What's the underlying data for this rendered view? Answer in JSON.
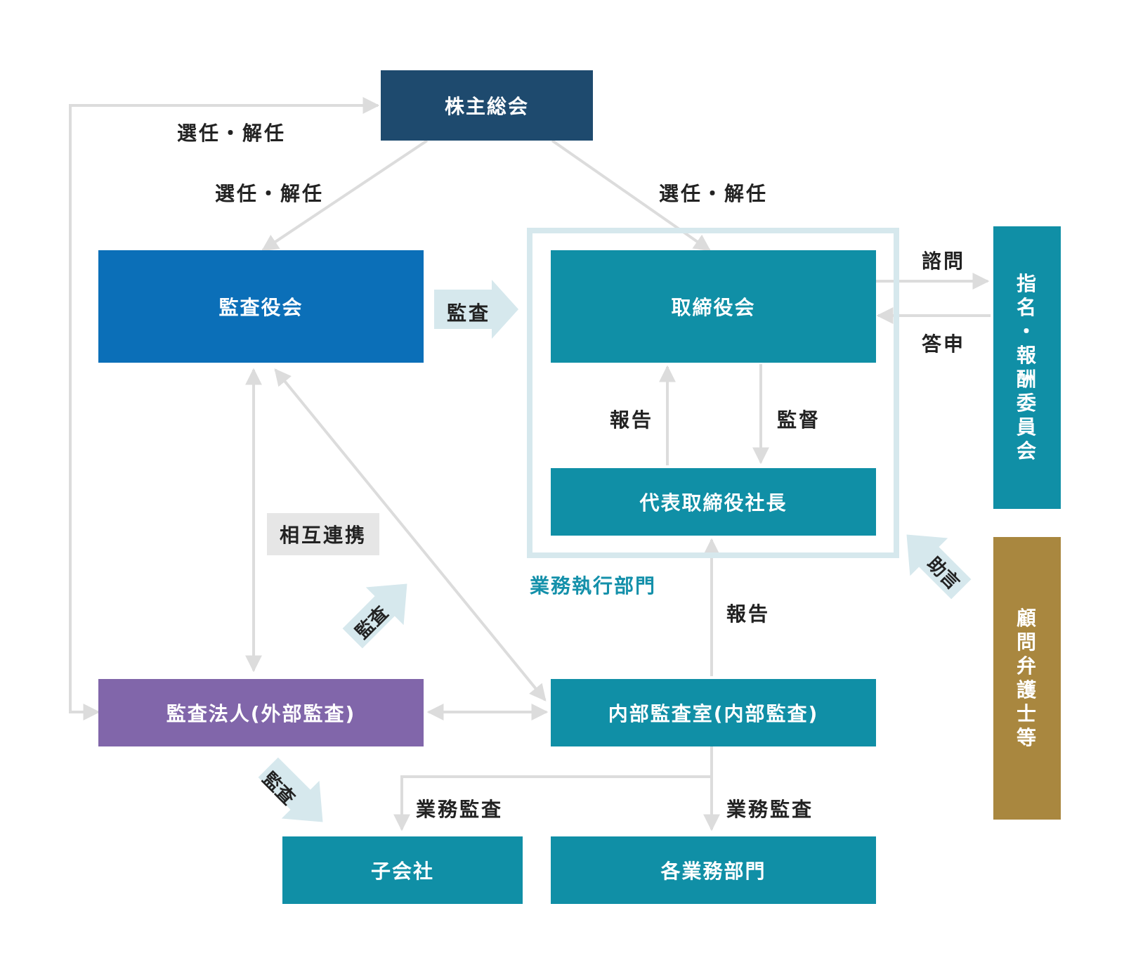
{
  "colors": {
    "connector": "#dcdcdc",
    "block_arrow": "#d6e8ed",
    "shareholders": "#1e4a6e",
    "audit_board": "#0b6fb8",
    "teal": "#108fa6",
    "external_auditor": "#8166aa",
    "advisors": "#a9873f",
    "frame": "#d6e8ed",
    "frame_label": "#1490aa"
  },
  "nodes": {
    "shareholders": "株主総会",
    "audit_board": "監査役会",
    "board": "取締役会",
    "president": "代表取締役社長",
    "nomination_committee": [
      "指",
      "名",
      "・",
      "報",
      "酬",
      "委",
      "員",
      "会"
    ],
    "advisors": [
      "顧",
      "問",
      "弁",
      "護",
      "士",
      "等"
    ],
    "external_auditor": "監査法人(外部監査)",
    "internal_audit": "内部監査室(内部監査)",
    "subsidiaries": "子会社",
    "departments": "各業務部門"
  },
  "frame_label": "業務執行部門",
  "edge_labels": {
    "appoint_left": "選任・解任",
    "appoint_audit": "選任・解任",
    "appoint_board": "選任・解任",
    "audit_to_board": "監査",
    "consult": "諮問",
    "answer": "答申",
    "report_president": "報告",
    "supervise": "監督",
    "mutual": "相互連携",
    "audit_diag_up": "監査",
    "advice": "助言",
    "report_internal": "報告",
    "audit_diag_down": "監査",
    "ops_audit_sub": "業務監査",
    "ops_audit_dept": "業務監査"
  }
}
